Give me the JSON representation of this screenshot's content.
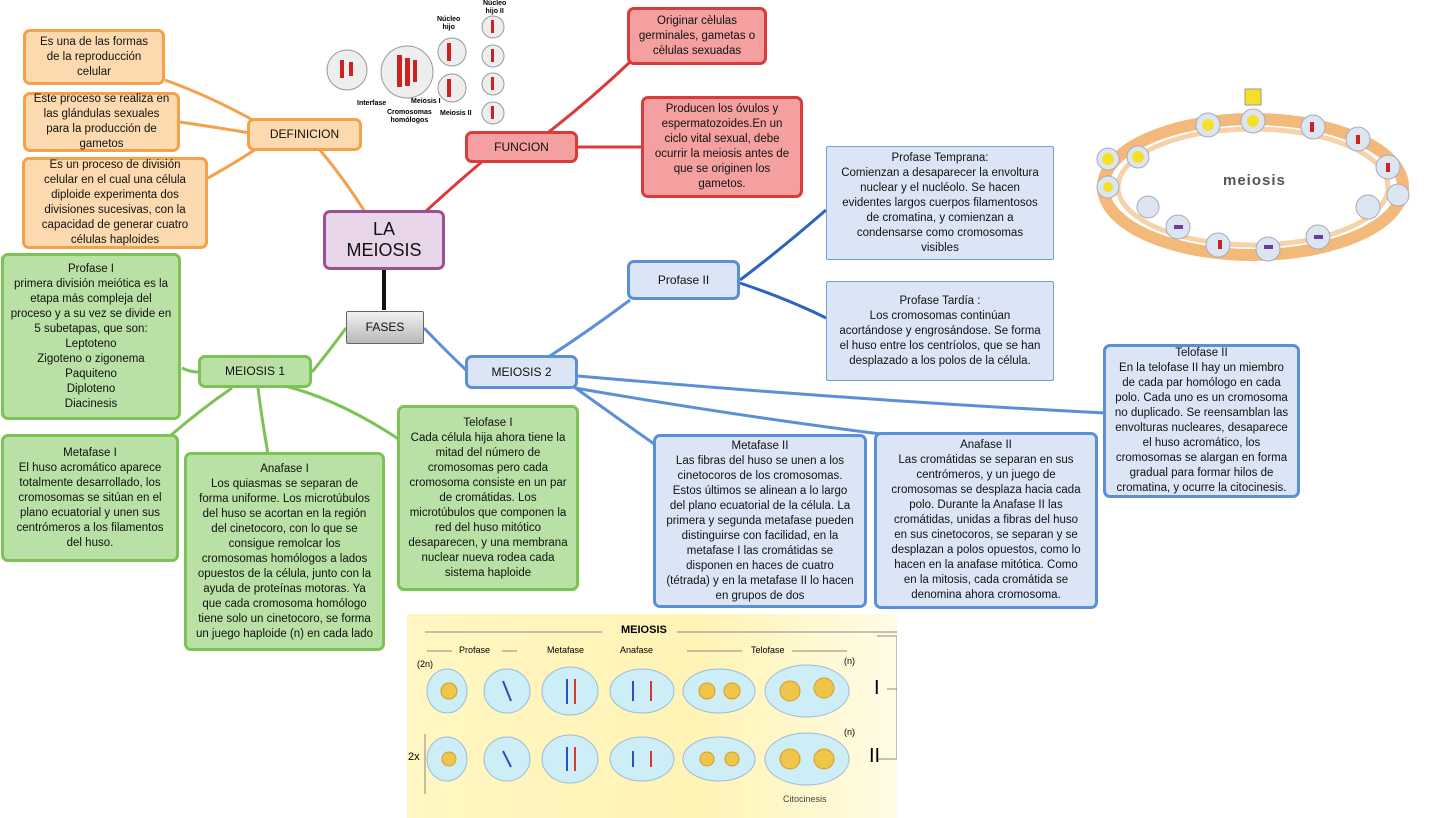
{
  "title": "LA\nMEIOSIS",
  "fases": "FASES",
  "definicion": {
    "label": "DEFINICION",
    "items": [
      "Es una de las formas\nde la reproducción\ncelular",
      "Este proceso se realiza en\nlas glándulas sexuales\npara la producción de\ngametos",
      "Es un proceso de división\ncelular en el cual una célula\ndiploide experimenta dos\ndivisiones sucesivas, con la\ncapacidad de generar cuatro\ncélulas haploides"
    ]
  },
  "funcion": {
    "label": "FUNCION",
    "items": [
      "Originar cèlulas\ngerminales, gametas o\ncèlulas sexuadas",
      "Producen los óvulos y\nespermatozoides.En un\nciclo vital sexual, debe\nocurrir la meiosis antes de\nque se originen los\ngametos."
    ]
  },
  "meiosis1": {
    "label": "MEIOSIS 1",
    "profase": "Profase I\nprimera división meiótica es la\netapa más compleja del\nproceso y a su vez se divide en\n5 subetapas, que son:\nLeptoteno\nZigoteno o zigonema\nPaquiteno\nDiploteno\nDiacinesis",
    "metafase": "Metafase I\nEl huso acromático aparece\ntotalmente desarrollado, los\ncromosomas se sitúan en el\nplano ecuatorial y unen sus\ncentrómeros a los filamentos\ndel huso.",
    "anafase": "Anafase I\nLos quiasmas se separan de\nforma uniforme. Los microtúbulos\ndel huso se acortan en la región\ndel cinetocoro, con lo que se\nconsigue remolcar los\ncromosomas homólogos a lados\nopuestos de la célula, junto con la\nayuda de proteínas motoras. Ya\nque cada cromosoma homólogo\ntiene solo un cinetocoro, se forma\nun juego haploide (n) en cada lado",
    "telofase": "Telofase I\nCada célula hija ahora tiene la\nmitad del número de\ncromosomas pero cada\ncromosoma consiste en un par\nde cromátidas. Los\nmicrotúbulos que componen la\nred del huso mitótico\ndesaparecen, y una membrana\nnuclear nueva rodea cada\nsistema haploide"
  },
  "meiosis2": {
    "label": "MEIOSIS 2",
    "profase_label": "Profase II",
    "profase_temprana": "Profase Temprana:\nComienzan a desaparecer la envoltura\nnuclear y el nucléolo. Se hacen\nevidentes largos cuerpos filamentosos\nde cromatina, y comienzan a\ncondensarse como cromosomas\nvisibles",
    "profase_tardia": "Profase Tardía :\nLos cromosomas continúan\nacortándose y engrosándose. Se forma\nel huso entre los centríolos, que se han\ndesplazado a los polos de la célula.",
    "metafase": "Metafase II\nLas fibras del huso se unen a los\ncinetocoros de los cromosomas.\nEstos últimos se alinean a lo largo\ndel plano ecuatorial de la célula. La\nprimera y segunda metafase pueden\ndistinguirse con facilidad, en la\nmetafase I las cromátidas se\ndisponen en haces de cuatro\n(tétrada) y en la metafase II lo hacen\nen grupos de dos",
    "anafase": "Anafase II\nLas cromátidas se separan en sus\ncentrómeros, y un juego de\ncromosomas se desplaza hacia cada\npolo. Durante la Anafase II las\ncromátidas, unidas a fibras del huso\nen sus cinetocoros, se separan y se\ndesplazan a polos opuestos, como lo\nhacen en la anafase mitótica. Como\nen la mitosis, cada cromátida se\ndenomina ahora cromosoma.",
    "telofase": "Telofase II\nEn la telofase II hay un miembro\nde cada par homólogo en cada\npolo. Cada uno es un cromosoma\nno duplicado. Se reensamblan las\nenvolturas nucleares, desaparece\nel huso acromático, los\ncromosomas se alargan en forma\ngradual para formar hilos de\ncromatina, y ocurre la citocinesis."
  },
  "img_top": {
    "labels": [
      "Núcleo\nhijo",
      "Núcleo\nhijo II",
      "Interfase",
      "Cromosomas\nhomólogos",
      "Meiosis I",
      "Meiosis II"
    ]
  },
  "img_cycle": {
    "label": "meiosis"
  },
  "img_bottom": {
    "title": "MEIOSIS",
    "stages": [
      "Profase",
      "Metafase",
      "Anafase",
      "Telofase"
    ],
    "ploidy_top": "(2n)",
    "n_top": "(n)",
    "n_bottom": "(n)",
    "twox": "2x",
    "roman1": "I",
    "roman2": "II",
    "citocinesis": "Citocinesis"
  },
  "colors": {
    "orange": "#f5a04a",
    "red": "#d93a3a",
    "green": "#7cc255",
    "blue": "#5b8fd6",
    "purple": "#9a4f97"
  }
}
